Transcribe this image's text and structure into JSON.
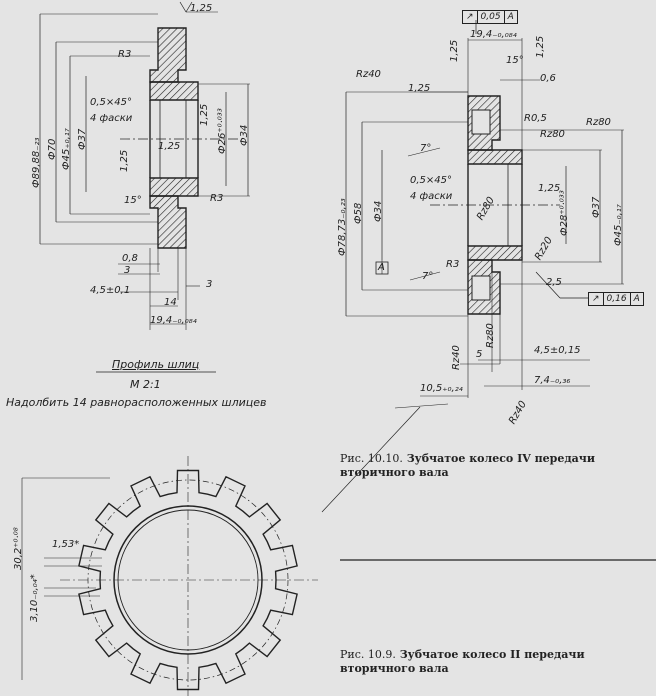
{
  "fig_left": {
    "labels": {
      "d_outer": "Ф89,88₋₂₃",
      "d_70": "Ф70",
      "d_45": "Ф45₊₀,₁₇",
      "d_37": "Ф37",
      "d_34": "Ф34",
      "d_26": "Ф26⁺⁰·⁰³³",
      "r3_top": "R3",
      "r3_bot": "R3",
      "chamfer": "0,5×45°",
      "chamfer_note": "4 фаски",
      "rough_top": "1,25",
      "rough_mid": "1,25",
      "rough_left": "1,25",
      "rough_right": "1,25",
      "angle_15": "15°",
      "dim_08": "0,8",
      "dim_3a": "3",
      "dim_45": "4,5±0,1",
      "dim_3b": "3",
      "dim_14": "14",
      "dim_194": "19,4₋₀,₀₈₄"
    }
  },
  "fig_right": {
    "tolerance_top": [
      "↗",
      "0,05",
      "A"
    ],
    "tolerance_bottom": [
      "↗",
      "0,16",
      "A"
    ],
    "labels": {
      "dim_194_top": "19,4₋₀,₀₈₄",
      "rz40_top": "Rz40",
      "rough_125a": "1,25",
      "rough_125b": "1,25",
      "rough_125c": "1,25",
      "angle_15": "15°",
      "dim_06": "0,6",
      "r05": "R0,5",
      "rz80a": "Rz80",
      "rz80b": "Rz80",
      "angle_7a": "7°",
      "chamfer": "0,5×45°",
      "chamfer_note": "4 фаски",
      "rz80c": "Rz80",
      "rough_125d": "1,25",
      "d_28": "Ф28⁺⁰·⁰³³",
      "d_37": "Ф37",
      "d_45": "Ф45₋₀,₁₇",
      "d_78": "Ф78,73₋₀,₂₃",
      "d_58": "Ф58",
      "d_34": "Ф34",
      "rz20": "Rz20",
      "datum_a": "A",
      "r3": "R3",
      "angle_7b": "7°",
      "dim_25": "2,5",
      "rz40_b": "Rz40",
      "rz80_d": "Rz80",
      "dim_5": "5",
      "dim_45": "4,5±0,15",
      "dim_105": "10,5₊₀,₂₄",
      "dim_74": "7,4₋₀,₃₆",
      "rz40_c": "Rz40"
    }
  },
  "fig_spline": {
    "title": "Профиль шлиц",
    "scale": "М 2:1",
    "note": "Надолбить 14 равнорасположенных шлицев",
    "dim_153": "1,53*",
    "dim_302": "30,2⁺⁰·⁰⁸",
    "dim_310": "3,10₋₀,₀₄*"
  },
  "captions": {
    "fig10_num": "Рис. 10.10.",
    "fig10_text": "Зубчатое колесо IV передачи вторичного вала",
    "fig9_num": "Рис. 10.9.",
    "fig9_text": "Зубчатое колесо II передачи вторичного вала"
  }
}
